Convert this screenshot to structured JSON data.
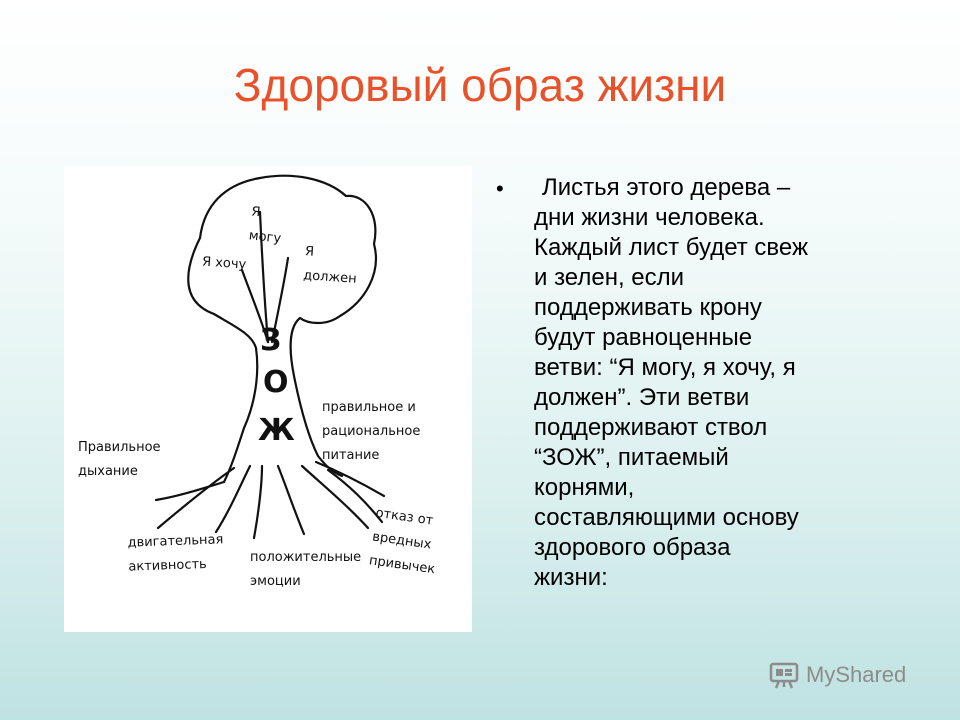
{
  "title": "Здоровый образ жизни",
  "figure": {
    "trunk_letters": [
      "З",
      "О",
      "Ж"
    ],
    "labels": {
      "ya_mogu": [
        "Я",
        "могу"
      ],
      "ya_hochu": "Я хочу",
      "ya_dolzhen": [
        "Я",
        "должен"
      ],
      "pitanie": [
        "правильное и",
        "рациональное",
        "питание"
      ],
      "dyhanie": [
        "Правильное",
        "дыхание"
      ],
      "aktivnost": [
        "двигательная",
        "активность"
      ],
      "emocii": [
        "положительные",
        "эмоции"
      ],
      "otkaz": [
        "отказ от",
        "вредных",
        "привычек"
      ]
    }
  },
  "bullet_char": "•",
  "paragraph_lines": [
    "Листья этого дерева –",
    "дни жизни человека.",
    "Каждый лист будет свеж",
    "и зелен, если",
    "поддерживать крону",
    "будут равноценные",
    "ветви: “Я могу, я хочу, я",
    "должен”. Эти ветви",
    "поддерживают ствол",
    "“ЗОЖ”, питаемый",
    "корнями,",
    "составляющими основу",
    "здорового образа",
    "жизни:"
  ],
  "watermark": {
    "text": "MyShared",
    "icon": "presentation-icon"
  }
}
